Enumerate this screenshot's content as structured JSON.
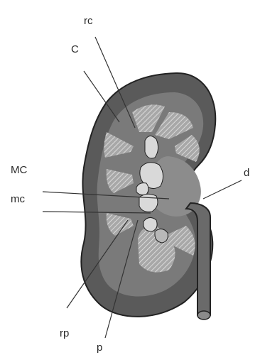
{
  "labels": {
    "rc": "rc",
    "C": "C",
    "MC": "MC",
    "mc": "mc",
    "d": "d",
    "rp": "rp",
    "p": "p"
  },
  "colors": {
    "cortex": "#5a5a5a",
    "cortex_outline": "#222222",
    "medulla": "#7a7a7a",
    "pyramid": "#a8a8a8",
    "pyramid_stripes": "#ececec",
    "calyx": "#d9d9d9",
    "sinus": "#8c8c8c",
    "leader_line": "#333333",
    "label_text": "#2a2a2a"
  }
}
